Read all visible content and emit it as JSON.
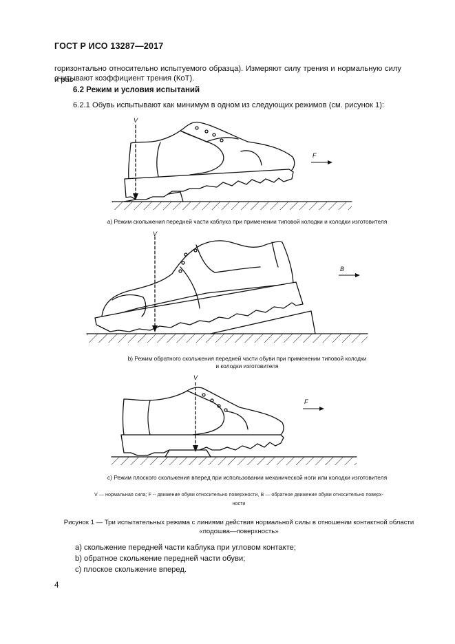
{
  "header": {
    "title": "ГОСТ Р ИСО 13287—2017"
  },
  "intro": {
    "line1": "горизонтально относительно испытуемого образца). Измеряют силу трения и нормальную силу и рас-",
    "line2": "считывают коэффициент трения (КоТ)."
  },
  "section": {
    "heading": "6.2 Режим и условия испытаний",
    "p1": "6.2.1 Обувь испытывают как минимум в одном из следующих режимов (см. рисунок 1):"
  },
  "figure": {
    "panels": [
      {
        "force_label": "V",
        "dir_label": "F",
        "caption": "а) Режим скольжения передней части каблука при применении типовой колодки и колодки изготовителя"
      },
      {
        "force_label": "V",
        "dir_label": "B",
        "caption_line1": "b) Режим обратного скольжения передней части обуви при применении типовой колодки",
        "caption_line2": "и колодки изготовителя"
      },
      {
        "force_label": "V",
        "dir_label": "F",
        "caption": "с) Режим плоского скольжения вперед при использовании механической ноги или колодки изготовителя"
      }
    ],
    "legend_line1": "V — нормальная сила; F -- движение обуви относительно поверхности, B — обратное движение обуви относительно поверх-",
    "legend_line2": "ности",
    "caption_line1": "Рисунок 1 — Три испытательных режима с линиями действия нормальной силы в отношении контактной области",
    "caption_line2": "«подошва—поверхность»"
  },
  "list": {
    "items": [
      "а) скольжение передней части каблука при угловом контакте;",
      "b) обратное скольжение передней части обуви;",
      "с) плоское скольжение вперед."
    ]
  },
  "page_number": "4"
}
